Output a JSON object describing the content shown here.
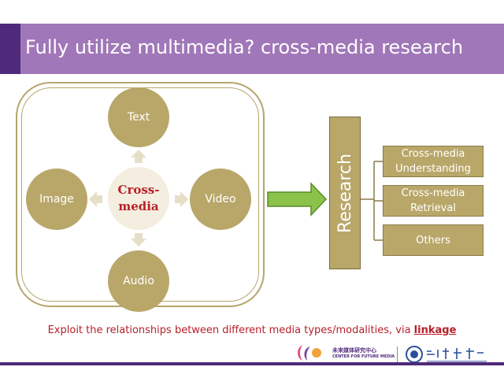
{
  "slide": {
    "title": "Fully utilize multimedia? cross-media research"
  },
  "diagram": {
    "center_line1": "Cross-",
    "center_line2": "media",
    "nodes": {
      "text": "Text",
      "image": "Image",
      "video": "Video",
      "audio": "Audio"
    },
    "research_label": "Research",
    "outcomes": [
      {
        "line1": "Cross-media",
        "line2": "Understanding"
      },
      {
        "line1": "Cross-media",
        "line2": "Retrieval"
      },
      {
        "line1": "Others",
        "line2": ""
      }
    ]
  },
  "caption": {
    "text": "Exploit the relationships between different media types/modalities, via ",
    "link": "linkage"
  },
  "footer": {
    "logo1_cn": "未來媒体研究中心",
    "logo1_en": "CENTER FOR FUTURE MEDIA"
  },
  "colors": {
    "title_bar": "#a077b8",
    "title_accent": "#4f2a7a",
    "node_fill": "#b9a76a",
    "accent_red": "#b8202b",
    "arrow_green": "#8bc34a"
  }
}
